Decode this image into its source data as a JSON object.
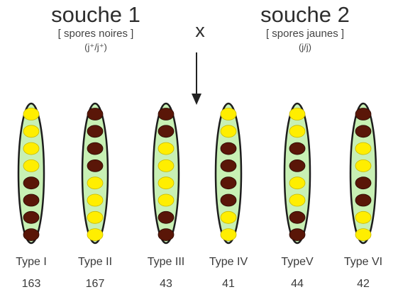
{
  "strains": [
    {
      "name": "souche 1",
      "spores": "[ spores noires ]",
      "genotype": "(j⁺/j⁺)"
    },
    {
      "name": "souche 2",
      "spores": "[ spores jaunes ]",
      "genotype": "(j/j)"
    }
  ],
  "cross_symbol": "x",
  "colors": {
    "black_spore": "#5a1608",
    "yellow_spore": "#ffee00",
    "ascus_fill": "#c8f0b4",
    "ascus_outline": "#1d1d1d"
  },
  "legend_codes": {
    "N": "black_spore",
    "J": "yellow_spore"
  },
  "asci": [
    {
      "label": "Type I",
      "count": "163",
      "spores": [
        "J",
        "J",
        "J",
        "J",
        "N",
        "N",
        "N",
        "N"
      ]
    },
    {
      "label": "Type II",
      "count": "167",
      "spores": [
        "N",
        "N",
        "N",
        "N",
        "J",
        "J",
        "J",
        "J"
      ]
    },
    {
      "label": "Type III",
      "count": "43",
      "spores": [
        "N",
        "N",
        "J",
        "J",
        "J",
        "J",
        "N",
        "N"
      ]
    },
    {
      "label": "Type IV",
      "count": "41",
      "spores": [
        "J",
        "J",
        "N",
        "N",
        "N",
        "N",
        "J",
        "J"
      ]
    },
    {
      "label": "TypeV",
      "count": "44",
      "spores": [
        "J",
        "J",
        "N",
        "N",
        "J",
        "J",
        "N",
        "N"
      ]
    },
    {
      "label": "Type VI",
      "count": "42",
      "spores": [
        "N",
        "N",
        "J",
        "J",
        "N",
        "N",
        "J",
        "J"
      ]
    }
  ]
}
